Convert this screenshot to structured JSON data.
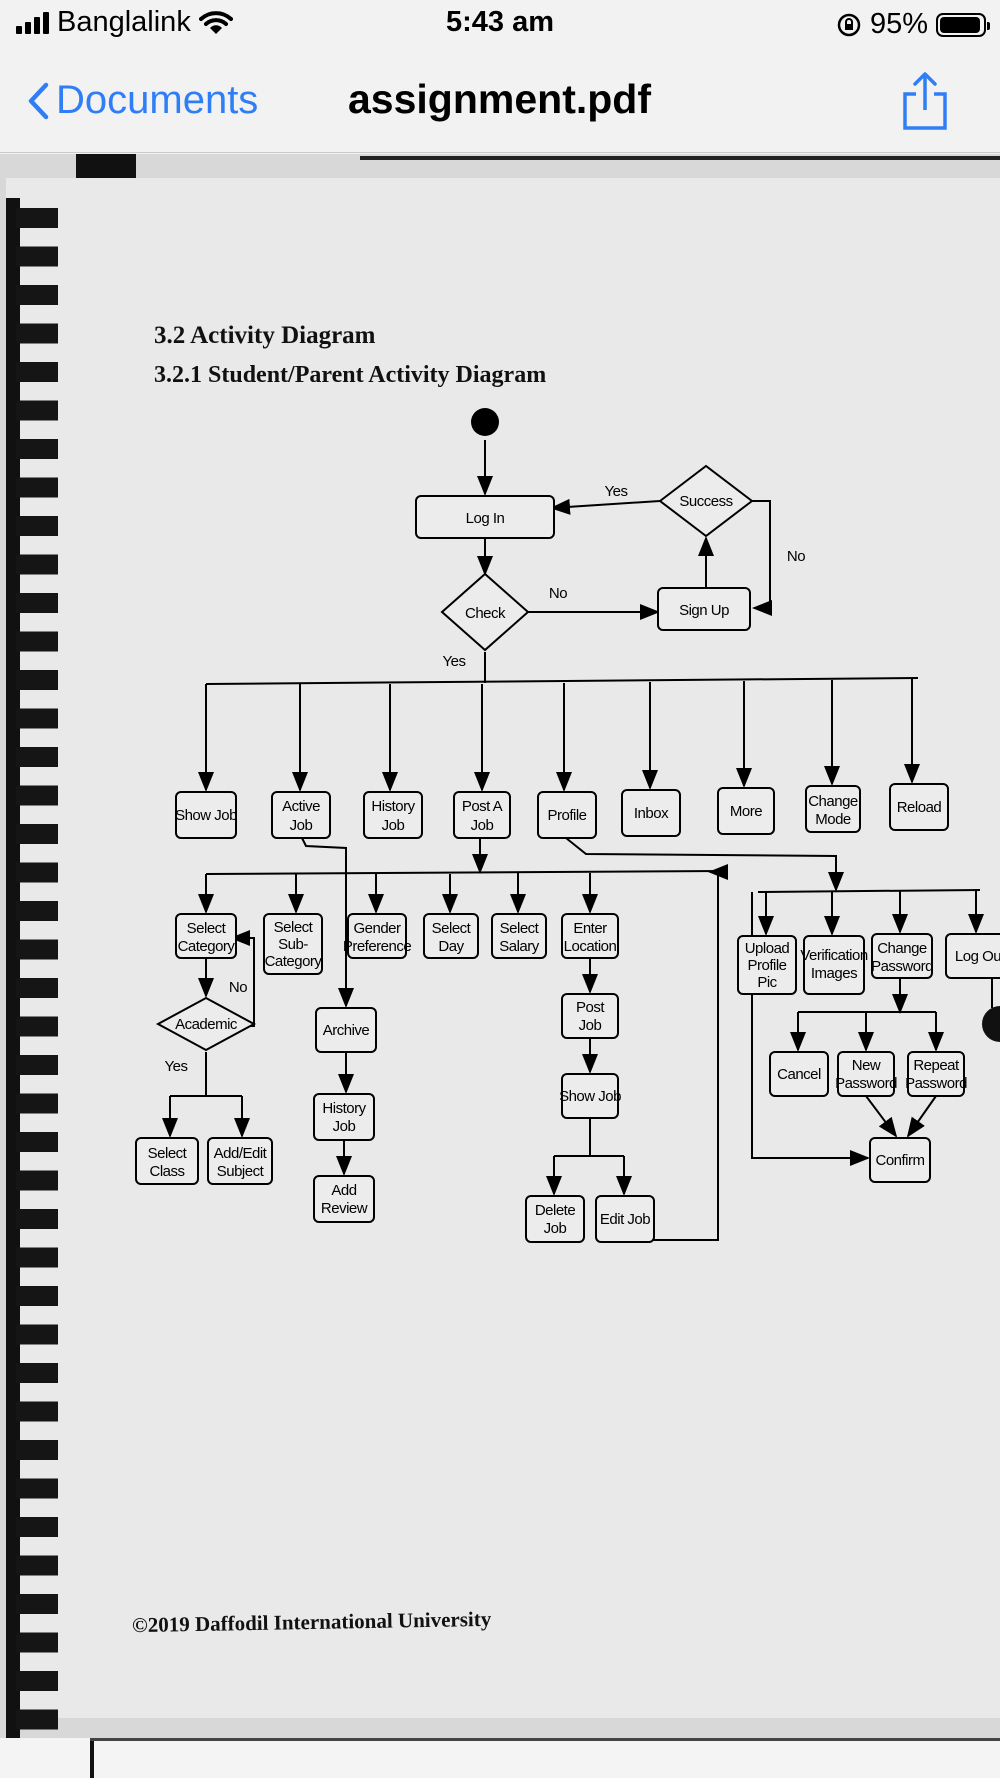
{
  "status_bar": {
    "carrier": "Banglalink",
    "time": "5:43 am",
    "battery": "95%",
    "battery_level": 0.95
  },
  "nav": {
    "back_label": "Documents",
    "title": "assignment.pdf",
    "share_icon": "share-icon"
  },
  "document": {
    "heading": "3.2 Activity Diagram",
    "subheading": "3.2.1 Student/Parent Activity Diagram",
    "footer": "©2019 Daffodil International University",
    "diagram": {
      "login": "Log In",
      "check": "Check",
      "success": "Success",
      "signup": "Sign Up",
      "yes1": "Yes",
      "no1": "No",
      "no2": "No",
      "yes2": "Yes",
      "show_job": "Show Job",
      "active_job": [
        "Active",
        "Job"
      ],
      "history_job": [
        "History",
        "Job"
      ],
      "post_a_job": [
        "Post A",
        "Job"
      ],
      "profile": "Profile",
      "inbox": "Inbox",
      "more": "More",
      "change_mode": [
        "Change",
        "Mode"
      ],
      "reload": "Reload",
      "select_category": [
        "Select",
        "Category"
      ],
      "select_sub_category": [
        "Select",
        "Sub-",
        "Category"
      ],
      "gender_preference": [
        "Gender",
        "Preference"
      ],
      "select_day": [
        "Select",
        "Day"
      ],
      "select_salary": [
        "Select",
        "Salary"
      ],
      "enter_location": [
        "Enter",
        "Location"
      ],
      "academic": "Academic",
      "no3": "No",
      "yes3": "Yes",
      "select_class": [
        "Select",
        "Class"
      ],
      "add_edit_subject": [
        "Add/Edit",
        "Subject"
      ],
      "archive": "Archive",
      "history_job_2": [
        "History",
        "Job"
      ],
      "add_review": [
        "Add",
        "Review"
      ],
      "post_job": [
        "Post",
        "Job"
      ],
      "show_job_2": "Show Job",
      "delete_job": [
        "Delete",
        "Job"
      ],
      "edit_job": "Edit Job",
      "upload_profile_pic": [
        "Upload",
        "Profile",
        "Pic"
      ],
      "verification_images": [
        "Verification",
        "Images"
      ],
      "change_password": [
        "Change",
        "Password"
      ],
      "log_out": "Log Ou",
      "cancel": "Cancel",
      "new_password": [
        "New",
        "Password"
      ],
      "repeat_password": [
        "Repeat",
        "Password"
      ],
      "confirm": "Confirm"
    }
  },
  "colors": {
    "accent": "#2f7ef6",
    "paper": "#e9e9e9",
    "ink": "#111111"
  }
}
